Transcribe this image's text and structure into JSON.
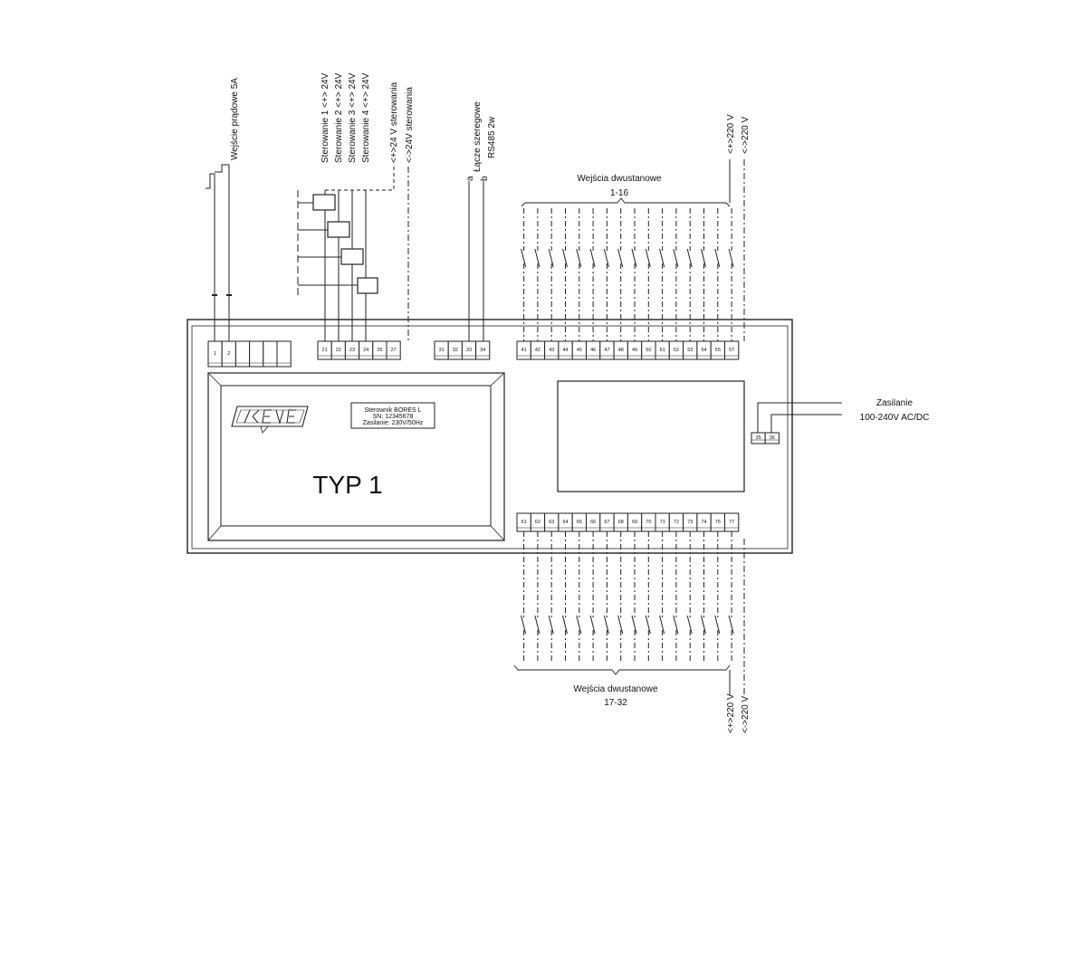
{
  "top_labels": {
    "current_input": "Wejście prądowe 5A",
    "ctrl1": "Sterowanie 1  <+> 24V",
    "ctrl2": "Sterowanie 2  <+> 24V",
    "ctrl3": "Sterowanie 3  <+> 24V",
    "ctrl4": "Sterowanie 4  <+> 24V",
    "ctrl_plus": "<+>24 V sterowania",
    "ctrl_minus": "<->24V sterowania",
    "serial_a": "a",
    "serial_b": "b",
    "serial1": "Łącze szeregowe",
    "serial2": "RS485 2w",
    "v220_plus_top": "<+>220 V",
    "v220_minus_top": "<->220 V",
    "v220_plus_bot": "<+>220 V",
    "v220_minus_bot": "<->220 V"
  },
  "binary_inputs_top": {
    "line1": "Wejścia dwustanowe",
    "line2": "1-16"
  },
  "binary_inputs_bottom": {
    "line1": "Wejścia dwustanowe",
    "line2": "17-32"
  },
  "power": {
    "line1": "Zasilanie",
    "line2": "100-240V AC/DC"
  },
  "device": {
    "type": "TYP 1",
    "nameplate": [
      "Sterownik BORES L",
      "SN: 12345678",
      "Zasilanie: 230V/50Hz"
    ]
  },
  "terminals": {
    "group1": [
      "1",
      "2",
      "",
      "",
      "",
      ""
    ],
    "group2": [
      "21",
      "22",
      "23",
      "24",
      "25",
      "27"
    ],
    "group3": [
      "31",
      "32",
      "33",
      "34"
    ],
    "top_inputs": [
      "41",
      "42",
      "43",
      "44",
      "45",
      "46",
      "47",
      "48",
      "49",
      "50",
      "51",
      "52",
      "53",
      "54",
      "55",
      "57"
    ],
    "bottom_inputs": [
      "61",
      "62",
      "63",
      "64",
      "65",
      "66",
      "67",
      "68",
      "69",
      "70",
      "71",
      "72",
      "73",
      "74",
      "75",
      "77"
    ],
    "power": [
      "35",
      "36"
    ]
  }
}
